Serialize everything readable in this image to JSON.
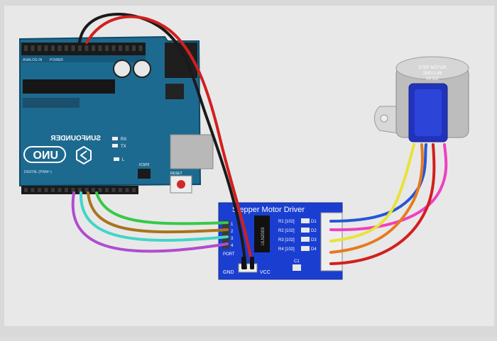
{
  "arduino": {
    "brand": "SUNFOUNDER",
    "model": "UNO",
    "rx_label": "RX",
    "tx_label": "TX",
    "l_label": "L",
    "icsp_label": "ICSP2",
    "reset_label": "RESET",
    "digital_label": "DIGITAL (PWM~)",
    "power_label": "POWER",
    "analog_label": "ANALOG IN",
    "board_color": "#1d6a90"
  },
  "driver": {
    "title": "Stepper Motor Driver",
    "chip_label": "ULN2003",
    "resistors": [
      "R1 [102]",
      "R2 [102]",
      "R3 [102]",
      "R4 [102]"
    ],
    "leds": [
      "D1",
      "D2",
      "D3",
      "D4"
    ],
    "port_label": "PORT",
    "pins": [
      "1",
      "2",
      "3",
      "4"
    ],
    "gnd_label": "GND",
    "vcc_label": "VCC",
    "cap_label": "C1",
    "board_color": "#1a3fd0"
  },
  "motor": {
    "label_lines": [
      "STEP MOTOR",
      "28BYJ-48",
      "5V DC"
    ],
    "cap_color": "#2233bb"
  },
  "wire_colors": {
    "red": "#d21f1f",
    "black": "#1a1a1a",
    "green": "#36c94a",
    "brown": "#a8741e",
    "cyan": "#40d6c8",
    "purple": "#b04ccf",
    "blue": "#2457d6",
    "pink": "#ef3fc2",
    "yellow": "#e9e23a",
    "orange": "#e77a1e"
  }
}
